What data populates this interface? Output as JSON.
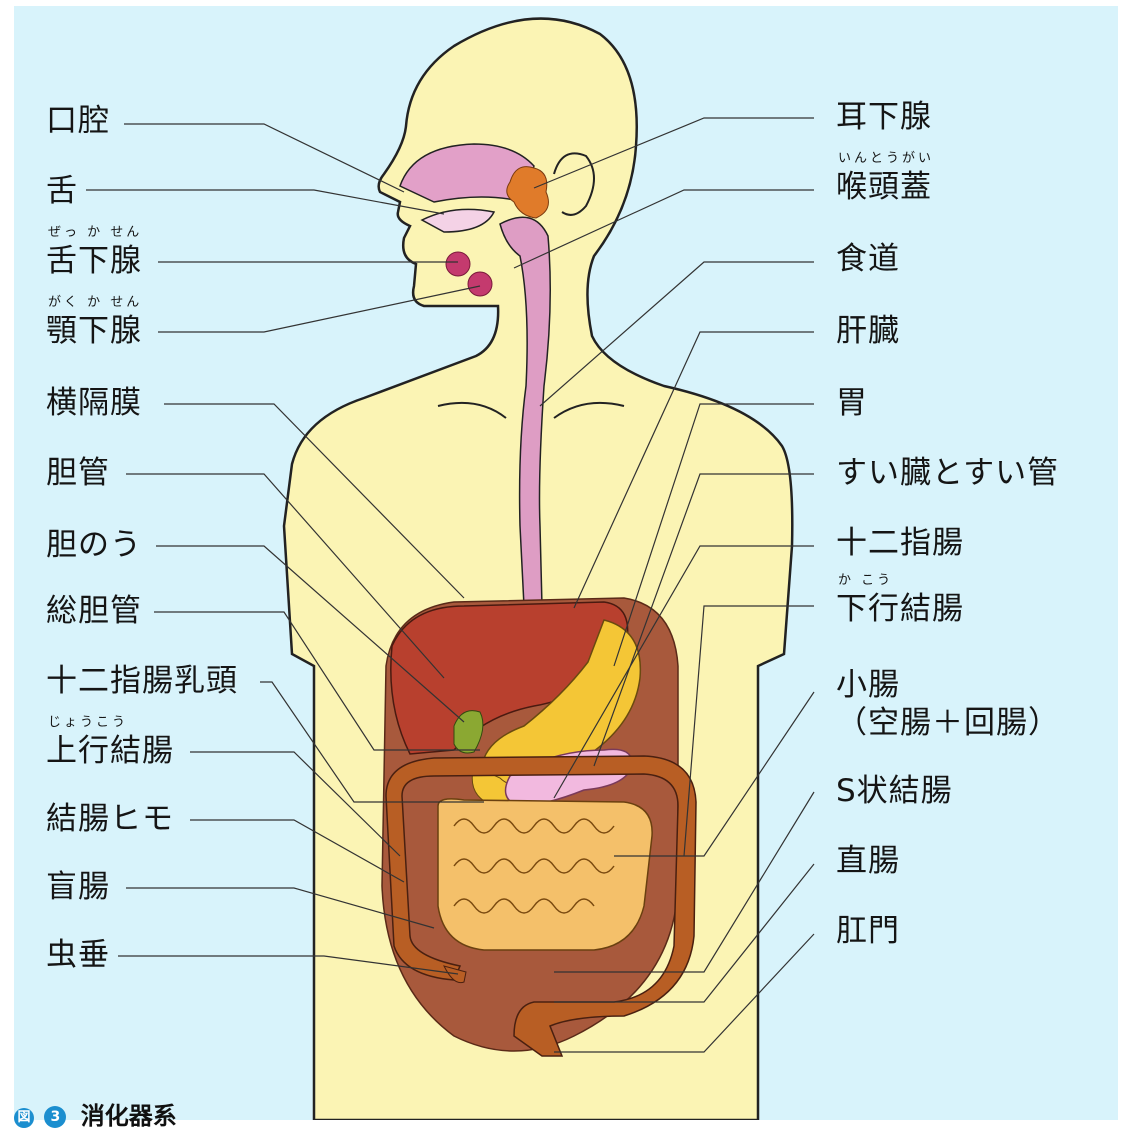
{
  "caption": {
    "mark": "図",
    "number": "3",
    "title": "消化器系"
  },
  "labels": {
    "left": [
      {
        "text": "口腔",
        "ruby": ""
      },
      {
        "text": "舌",
        "ruby": ""
      },
      {
        "text": "舌下腺",
        "ruby": "ぜっ か せん"
      },
      {
        "text": "顎下腺",
        "ruby": "がく か せん"
      },
      {
        "text": "横隔膜",
        "ruby": ""
      },
      {
        "text": "胆管",
        "ruby": ""
      },
      {
        "text": "胆のう",
        "ruby": ""
      },
      {
        "text": "総胆管",
        "ruby": ""
      },
      {
        "text": "十二指腸乳頭",
        "ruby": ""
      },
      {
        "text": "上行結腸",
        "ruby": "じょうこう"
      },
      {
        "text": "結腸ヒモ",
        "ruby": ""
      },
      {
        "text": "盲腸",
        "ruby": ""
      },
      {
        "text": "虫垂",
        "ruby": ""
      }
    ],
    "right": [
      {
        "text": "耳下腺",
        "ruby": ""
      },
      {
        "text": "喉頭蓋",
        "ruby": "いんとうがい"
      },
      {
        "text": "食道",
        "ruby": ""
      },
      {
        "text": "肝臓",
        "ruby": ""
      },
      {
        "text": "胃",
        "ruby": ""
      },
      {
        "text": "すい臓とすい管",
        "ruby": ""
      },
      {
        "text": "十二指腸",
        "ruby": ""
      },
      {
        "text": "下行結腸",
        "ruby": "か こう"
      },
      {
        "text": "小腸\n（空腸＋回腸）",
        "ruby": ""
      },
      {
        "text": "S状結腸",
        "ruby": ""
      },
      {
        "text": "直腸",
        "ruby": ""
      },
      {
        "text": "肛門",
        "ruby": ""
      }
    ]
  },
  "colors": {
    "background": "#d8f3fb",
    "skin": "#fbf4b4",
    "liver": "#b8402e",
    "stomach": "#f4c636",
    "pancreas": "#f2b9df",
    "small_intestine": "#f4c06a",
    "colon": "#b85e24",
    "esophagus": "#de9dc4",
    "gland": "#e07b2a",
    "abdomen_cavity": "#a8593c"
  }
}
